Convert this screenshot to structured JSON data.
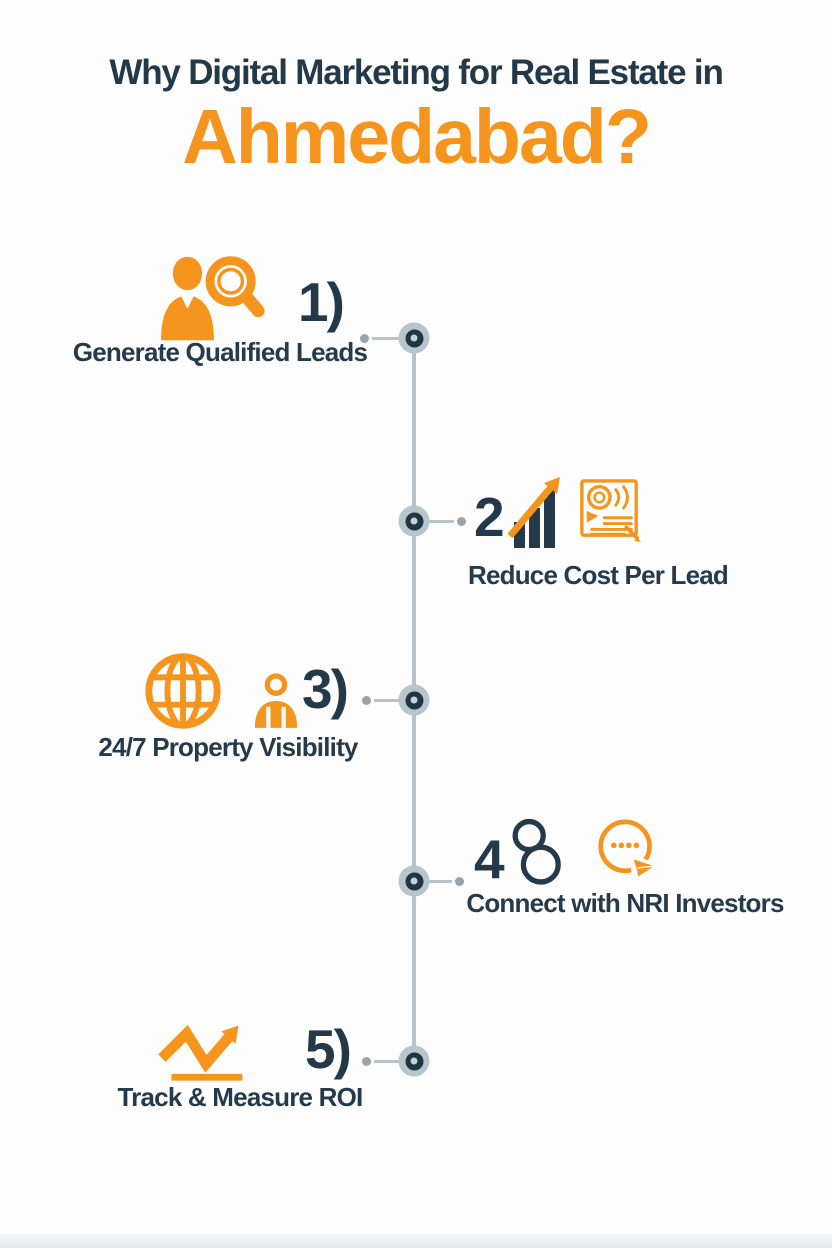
{
  "title": {
    "line1_prefix": "Why ",
    "line1_bold": "Digital Marketing",
    "line1_suffix": " for Real Estate in",
    "line2": "Ahmedabad?"
  },
  "colors": {
    "accent_orange": "#f5951d",
    "navy": "#233849",
    "timeline_line": "#b7c2ca",
    "node_fill": "#b9c5cd",
    "node_ring": "#203645"
  },
  "items": [
    {
      "number_label": "1)",
      "label": "Generate Qualified Leads",
      "side": "left",
      "icons": [
        "person-search-icon"
      ]
    },
    {
      "number_label": "2",
      "label": "Reduce Cost Per Lead",
      "side": "right",
      "icons": [
        "bar-chart-growth-icon",
        "document-report-icon"
      ]
    },
    {
      "number_label": "3)",
      "label": "24/7 Property Visibility",
      "side": "left",
      "icons": [
        "globe-icon",
        "person-icon"
      ]
    },
    {
      "number_label": "4",
      "label": "Connect with NRI Investors",
      "side": "right",
      "icons": [
        "linked-circles-icon",
        "chat-send-icon"
      ]
    },
    {
      "number_label": "5)",
      "label": "Track & Measure ROI",
      "side": "left",
      "icons": [
        "trend-arrow-icon"
      ]
    }
  ]
}
